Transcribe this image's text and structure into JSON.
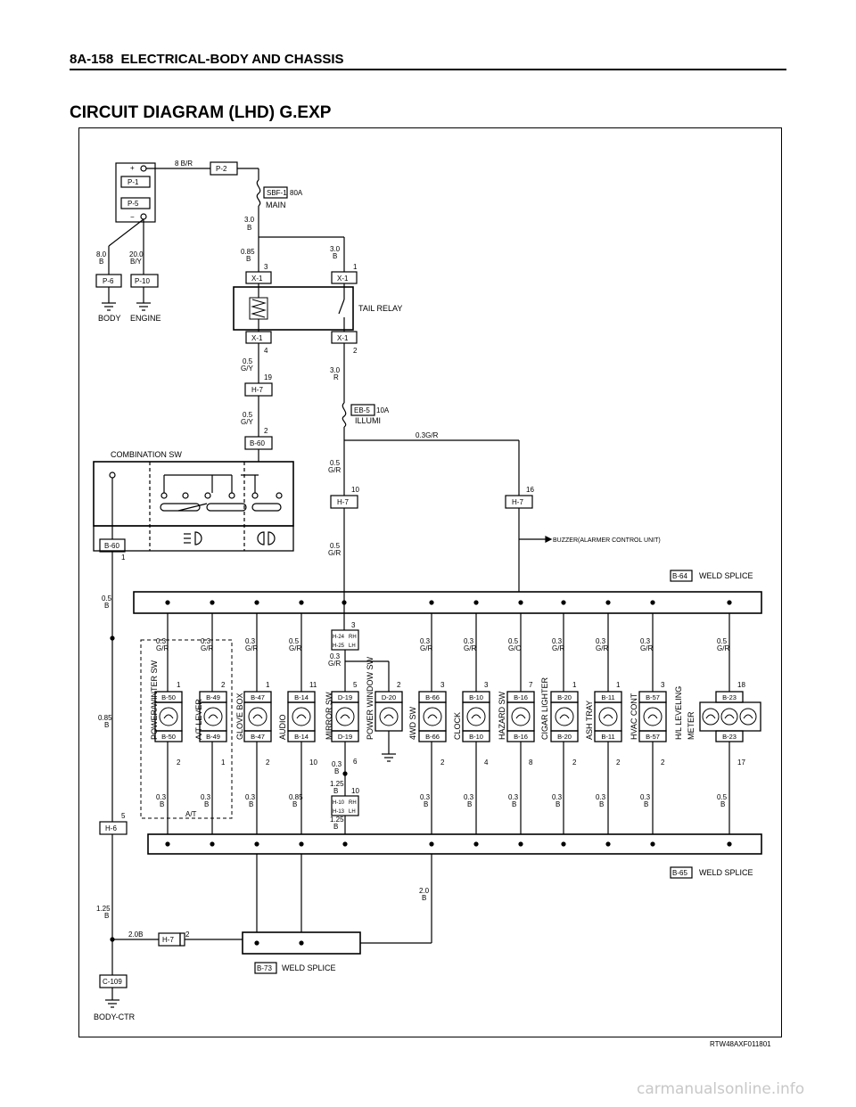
{
  "header": {
    "page": "8A-158",
    "section": "ELECTRICAL-BODY AND CHASSIS"
  },
  "title": "CIRCUIT DIAGRAM (LHD) G.EXP",
  "footer_code": "RTW48AXF011801",
  "watermark": "carmanualsonline.info",
  "top": {
    "battery_plus": "+",
    "battery_minus": "−",
    "p1": "P-1",
    "p5": "P-5",
    "p2": "P-2",
    "w_p2": "8 B/R",
    "sbf1": "SBF-1",
    "sbf1_amp": "80A",
    "main": "MAIN",
    "w_main": [
      "3.0",
      "B"
    ],
    "w_body": [
      "8.0",
      "B"
    ],
    "w_engine": [
      "20.0",
      "B/Y"
    ],
    "p6": "P-6",
    "p10": "P-10",
    "body": "BODY",
    "engine": "ENGINE",
    "w_coil_in": [
      "0.85",
      "B"
    ],
    "w_sw_in": [
      "3.0",
      "B"
    ],
    "pin3": "3",
    "pin1": "1",
    "pin4": "4",
    "pin2": "2",
    "x1": "X-1",
    "tail_relay": "TAIL RELAY",
    "w_coil_out": [
      "0.5",
      "G/Y"
    ],
    "pin19": "19",
    "h7": "H-7",
    "w_b60": [
      "0.5",
      "G/Y"
    ],
    "pin2b": "2",
    "b60": "B-60",
    "w_sw_out": [
      "3.0",
      "R"
    ],
    "eb5": "EB-5",
    "eb5_amp": "10A",
    "illumi": "ILLUMI",
    "w_buzzer": "0.3G/R",
    "combo": "COMBINATION SW",
    "w_illum_1": [
      "0.5",
      "G/R"
    ],
    "pin10": "10",
    "pin16": "16",
    "w_illum_2": [
      "0.5",
      "G/R"
    ],
    "buzzer": "BUZZER(ALARMER CONTROL UNIT)",
    "pin1b": "1"
  },
  "splices": {
    "b64": "B-64",
    "b65": "B-65",
    "b73": "B-73",
    "weld": "WELD SPLICE"
  },
  "left": {
    "w1": [
      "0.5",
      "B"
    ],
    "w2": [
      "0.85",
      "B"
    ],
    "pin5": "5",
    "h6": "H-6",
    "w3": [
      "1.25",
      "B"
    ],
    "w4": "2.0B",
    "h7": "H-7",
    "pin2": "2",
    "c109": "C-109",
    "body_ctr": "BODY-CTR",
    "at": "A/T"
  },
  "mirror": {
    "pin3": "3",
    "h24rh": "H-24",
    "h25lh": "H-25",
    "rh": "RH",
    "lh": "LH",
    "w_in": [
      "0.3",
      "G/R"
    ],
    "pin6": "6",
    "w_out": [
      "0.3",
      "B"
    ],
    "w_out2": [
      "1.25",
      "B"
    ],
    "pin10": "10",
    "h10": "H-10",
    "h13": "H-13",
    "w_out3": [
      "1.25",
      "B"
    ],
    "w_gnd": [
      "2.0",
      "B"
    ]
  },
  "components": [
    {
      "wire_in": [
        "0.3",
        "G/R"
      ],
      "pin_in": "1",
      "top": "B-50",
      "bot": "B-50",
      "pin_out": "2",
      "wire_out": [
        "0.3",
        "B"
      ],
      "name": "POWER/WINTER SW"
    },
    {
      "wire_in": [
        "0.3",
        "G/R"
      ],
      "pin_in": "2",
      "top": "B-49",
      "bot": "B-49",
      "pin_out": "1",
      "wire_out": [
        "0.3",
        "B"
      ],
      "name": "A/T LEVER"
    },
    {
      "wire_in": [
        "0.3",
        "G/R"
      ],
      "pin_in": "1",
      "top": "B-47",
      "bot": "B-47",
      "pin_out": "2",
      "wire_out": [
        "0.3",
        "B"
      ],
      "name": "GLOVE BOX"
    },
    {
      "wire_in": [
        "0.5",
        "G/R"
      ],
      "pin_in": "11",
      "top": "B-14",
      "bot": "B-14",
      "pin_out": "10",
      "wire_out": [
        "0.85",
        "B"
      ],
      "name": "AUDIO"
    },
    {
      "wire_in": [
        "",
        ""
      ],
      "pin_in": "5",
      "top": "D-19",
      "bot": "D-19",
      "pin_out": "",
      "wire_out": [
        "",
        ""
      ],
      "name": "MIRROR SW"
    },
    {
      "wire_in": [
        "",
        ""
      ],
      "pin_in": "2",
      "top": "D-20",
      "bot": "",
      "pin_out": "",
      "wire_out": [
        "",
        ""
      ],
      "name": "POWER WINDOW SW"
    },
    {
      "wire_in": [
        "0.3",
        "G/R"
      ],
      "pin_in": "3",
      "top": "B-66",
      "bot": "B-66",
      "pin_out": "2",
      "wire_out": [
        "0.3",
        "B"
      ],
      "name": "4WD SW"
    },
    {
      "wire_in": [
        "0.3",
        "G/R"
      ],
      "pin_in": "3",
      "top": "B-10",
      "bot": "B-10",
      "pin_out": "4",
      "wire_out": [
        "0.3",
        "B"
      ],
      "name": "CLOCK"
    },
    {
      "wire_in": [
        "0.5",
        "G/O"
      ],
      "pin_in": "7",
      "top": "B-16",
      "bot": "B-16",
      "pin_out": "8",
      "wire_out": [
        "0.3",
        "B"
      ],
      "name": "HAZARD SW"
    },
    {
      "wire_in": [
        "0.3",
        "G/R"
      ],
      "pin_in": "1",
      "top": "B-20",
      "bot": "B-20",
      "pin_out": "2",
      "wire_out": [
        "0.3",
        "B"
      ],
      "name": "CIGAR LIGHTER"
    },
    {
      "wire_in": [
        "0.3",
        "G/R"
      ],
      "pin_in": "1",
      "top": "B-11",
      "bot": "B-11",
      "pin_out": "2",
      "wire_out": [
        "0.3",
        "B"
      ],
      "name": "ASH TRAY"
    },
    {
      "wire_in": [
        "0.3",
        "G/R"
      ],
      "pin_in": "3",
      "top": "B-57",
      "bot": "B-57",
      "pin_out": "2",
      "wire_out": [
        "0.3",
        "B"
      ],
      "name": "HVAC CONT"
    },
    {
      "wire_in": [
        "0.5",
        "G/R"
      ],
      "pin_in": "18",
      "top": "B-23",
      "bot": "B-23",
      "pin_out": "17",
      "wire_out": [
        "0.5",
        "B"
      ],
      "name": "H/L LEVELING"
    },
    {
      "wire_in": [
        "",
        ""
      ],
      "pin_in": "",
      "top": "",
      "bot": "",
      "pin_out": "",
      "wire_out": [
        "",
        ""
      ],
      "name": "METER"
    }
  ]
}
